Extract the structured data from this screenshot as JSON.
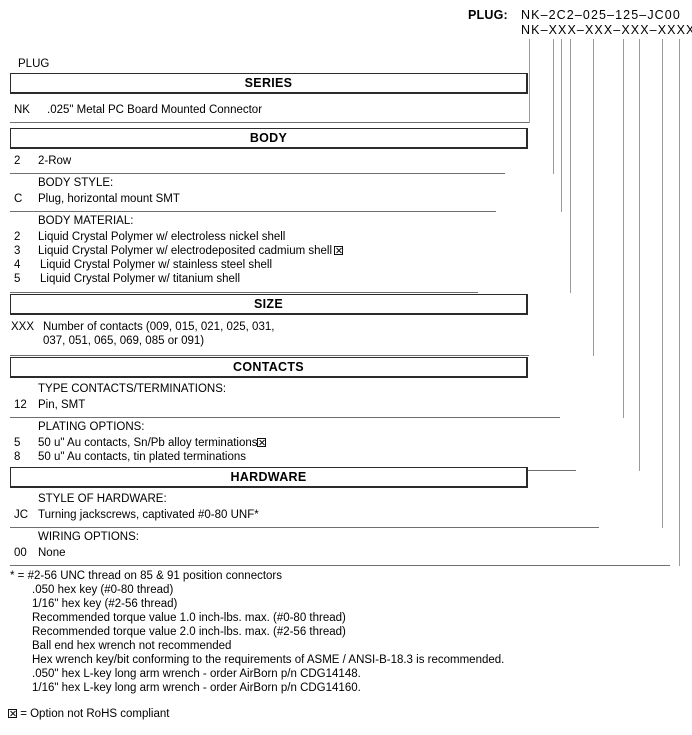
{
  "part_number": {
    "label": "PLUG:",
    "example": "NK–2C2–025–125–JC00",
    "mask": "NK–XXX–XXX–XXX–XXXX"
  },
  "plug_caption": "PLUG",
  "sections": [
    {
      "title": "SERIES"
    },
    {
      "title": "BODY"
    },
    {
      "title": "SIZE"
    },
    {
      "title": "CONTACTS"
    },
    {
      "title": "HARDWARE"
    }
  ],
  "groups": {
    "series": {
      "rows": [
        {
          "code": "NK",
          "text": ".025\" Metal PC Board Mounted Connector",
          "rohs": false
        }
      ]
    },
    "body_row": {
      "rows": [
        {
          "code": "2",
          "text": "2-Row",
          "rohs": false
        }
      ]
    },
    "body_style": {
      "heading": "BODY STYLE:",
      "rows": [
        {
          "code": "C",
          "text": "Plug, horizontal mount SMT",
          "rohs": false
        }
      ]
    },
    "body_material": {
      "heading": "BODY MATERIAL:",
      "rows": [
        {
          "code": "2",
          "text": "Liquid Crystal Polymer w/ electroless nickel shell",
          "rohs": false
        },
        {
          "code": "3",
          "text": "Liquid Crystal Polymer w/ electrodeposited  cadmium shell",
          "rohs": true
        },
        {
          "code": "4",
          "text": "Liquid Crystal Polymer w/ stainless steel shell",
          "rohs": false
        },
        {
          "code": "5",
          "text": "Liquid Crystal Polymer w/ titanium shell",
          "rohs": false
        }
      ]
    },
    "size": {
      "rows": [
        {
          "code": "XXX",
          "text": "Number of contacts (009, 015, 021, 025, 031,",
          "rohs": false
        }
      ],
      "continuation": "037, 051, 065, 069, 085 or 091)"
    },
    "contacts_type": {
      "heading": "TYPE CONTACTS/TERMINATIONS:",
      "rows": [
        {
          "code": "12",
          "text": "Pin, SMT",
          "rohs": false
        }
      ]
    },
    "plating": {
      "heading": "PLATING OPTIONS:",
      "rows": [
        {
          "code": "5",
          "text": "50 u\" Au contacts, Sn/Pb alloy terminations",
          "rohs": true
        },
        {
          "code": "8",
          "text": "50 u\" Au contacts, tin plated terminations",
          "rohs": false
        }
      ]
    },
    "hardware_style": {
      "heading": "STYLE OF HARDWARE:",
      "rows": [
        {
          "code": "JC",
          "text": "Turning jackscrews, captivated #0-80 UNF*",
          "rohs": false
        }
      ]
    },
    "wiring": {
      "heading": "WIRING OPTIONS:",
      "rows": [
        {
          "code": "00",
          "text": "None",
          "rohs": false
        }
      ]
    }
  },
  "footnotes": [
    "* = #2-56 UNC thread on 85 & 91 position connectors",
    ".050 hex key (#0-80 thread)",
    "1/16\" hex key (#2-56 thread)",
    "Recommended torque value 1.0 inch-lbs. max. (#0-80 thread)",
    "Recommended torque value 2.0 inch-lbs. max. (#2-56 thread)",
    "Ball end hex wrench not recommended",
    "Hex wrench key/bit conforming to the requirements of ASME / ANSI-B-18.3 is recommended.",
    ".050\" hex L-key long arm wrench - order AirBorn p/n CDG14148.",
    "1/16\" hex L-key long arm wrench - order AirBorn p/n CDG14160."
  ],
  "legend": {
    "text": "= Option not RoHS compliant",
    "icon": "rohs-x-box-icon"
  }
}
